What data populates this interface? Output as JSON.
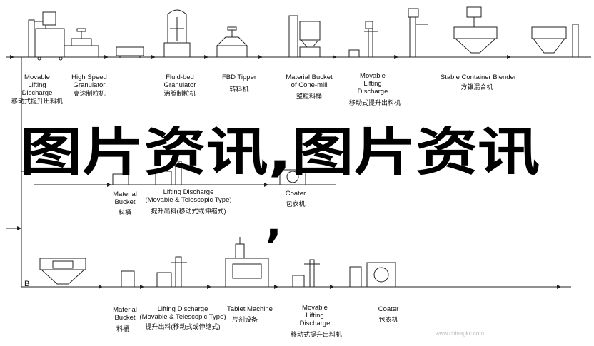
{
  "markers": {
    "a": "A",
    "b": "B"
  },
  "watermark": {
    "line1": "图片资讯,图片资讯",
    "line2": ","
  },
  "row1": [
    {
      "en1": "Movable",
      "en2": "Lifting",
      "en3": "Discharge",
      "cn": "移动式提升出料机"
    },
    {
      "en1": "High Speed",
      "en2": "Granulator",
      "en3": "",
      "cn": "高速制粒机"
    },
    {
      "en1": "Fluid-bed",
      "en2": "Granulator",
      "en3": "",
      "cn": "沸腾制粒机"
    },
    {
      "en1": "FBD Tipper",
      "en2": "",
      "en3": "",
      "cn": "转料机"
    },
    {
      "en1": "Material Bucket",
      "en2": "of Cone-mill",
      "en3": "",
      "cn": "整粒料桶"
    },
    {
      "en1": "Movable",
      "en2": "Lifting",
      "en3": "Discharge",
      "cn": "移动式提升出料机"
    },
    {
      "en1": "Stable Container Blender",
      "en2": "",
      "en3": "",
      "cn": "方锥混合机"
    }
  ],
  "row2": [
    {
      "en1": "Material",
      "en2": "Bucket",
      "cn": "料桶"
    },
    {
      "en1": "Lifting Discharge",
      "en2": "(Movable & Telescopic Type)",
      "cn": "提升出料(移动式或伸缩式)"
    },
    {
      "en1": "Coater",
      "en2": "",
      "cn": "包衣机"
    }
  ],
  "row3": [
    {
      "en1": "Material",
      "en2": "Bucket",
      "en3": "",
      "cn": "料桶"
    },
    {
      "en1": "Lifting Discharge",
      "en2": "(Movable & Telescopic Type)",
      "en3": "",
      "cn": "提升出料(移动式或伸缩式)"
    },
    {
      "en1": "Tablet Machine",
      "en2": "",
      "en3": "",
      "cn": "片剂设备"
    },
    {
      "en1": "Movable",
      "en2": "Lifting",
      "en3": "Discharge",
      "cn": "移动式提升出料机"
    },
    {
      "en1": "Coater",
      "en2": "",
      "en3": "",
      "cn": "包衣机"
    }
  ],
  "credit": "www.chinagkc.com"
}
